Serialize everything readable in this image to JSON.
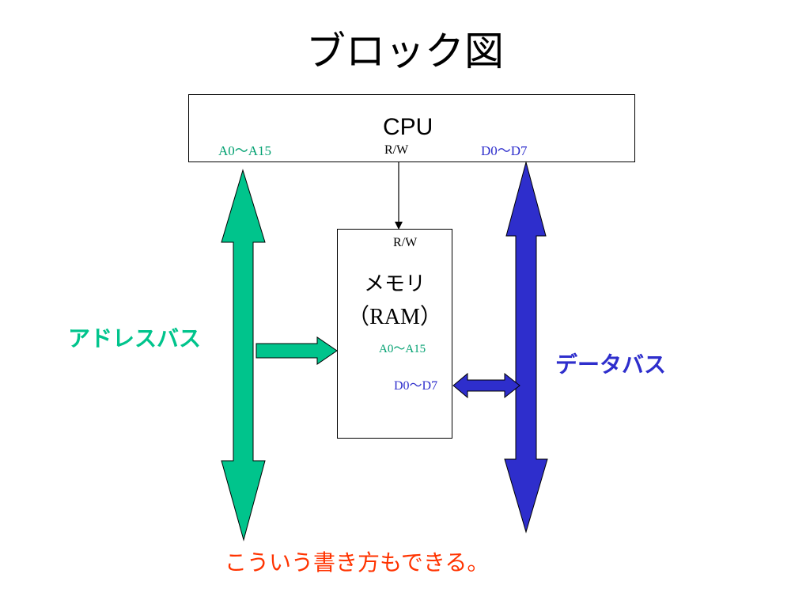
{
  "title": "ブロック図",
  "cpu": {
    "label": "CPU",
    "rw_label": "R/W",
    "address_label": "A0～A15",
    "data_label": "D0～D7"
  },
  "memory": {
    "rw_label": "R/W",
    "name": "メモリ",
    "type": "（RAM）",
    "address_label": "A0～A15",
    "data_label": "D0～D7"
  },
  "buses": {
    "address_bus": {
      "label": "アドレスバス",
      "color": "#00c48c"
    },
    "data_bus": {
      "label": "データバス",
      "color": "#2e2ecc"
    }
  },
  "footer_note": {
    "text": "こういう書き方もできる。",
    "color": "#ff3300"
  },
  "colors": {
    "outline": "#000000",
    "address_text": "#00a070",
    "data_text": "#2e2ecc"
  }
}
